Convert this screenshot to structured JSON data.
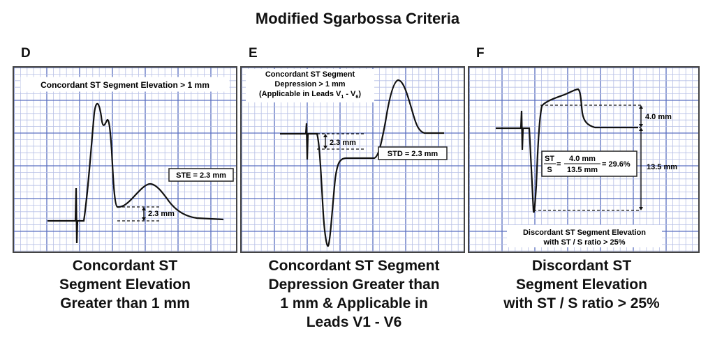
{
  "title": "Modified Sgarbossa Criteria",
  "panels": {
    "d": {
      "letter": "D",
      "box_label": "Concordant ST Segment  Elevation > 1 mm",
      "value_label": "STE = 2.3 mm",
      "measure_label": "2.3 mm",
      "caption_lines": [
        "Concordant ST",
        "Segment Elevation",
        "Greater than 1 mm"
      ]
    },
    "e": {
      "letter": "E",
      "box_label_lines": [
        "Concordant ST Segment",
        "Depression > 1 mm"
      ],
      "box_label_line3_prefix": "(Applicable in Leads V",
      "box_label_line3_sub1": "1",
      "box_label_line3_mid": " - V",
      "box_label_line3_sub2": "6",
      "box_label_line3_suffix": ")",
      "value_label": "STD = 2.3 mm",
      "measure_label": "2.3 mm",
      "caption_lines": [
        "Concordant ST Segment",
        "Depression Greater than",
        "1 mm & Applicable in",
        "Leads V1 - V6"
      ]
    },
    "f": {
      "letter": "F",
      "st_measure": "4.0 mm",
      "s_measure": "13.5 mm",
      "ratio_st": "ST",
      "ratio_s": "S",
      "ratio_num": "4.0 mm",
      "ratio_den": "13.5 mm",
      "ratio_result": "= 29.6%",
      "box_label_lines": [
        "Discordant ST Segment Elevation",
        "with ST / S ratio > 25%"
      ],
      "caption_lines": [
        "Discordant ST",
        "Segment Elevation",
        "with ST / S ratio > 25%"
      ]
    }
  }
}
